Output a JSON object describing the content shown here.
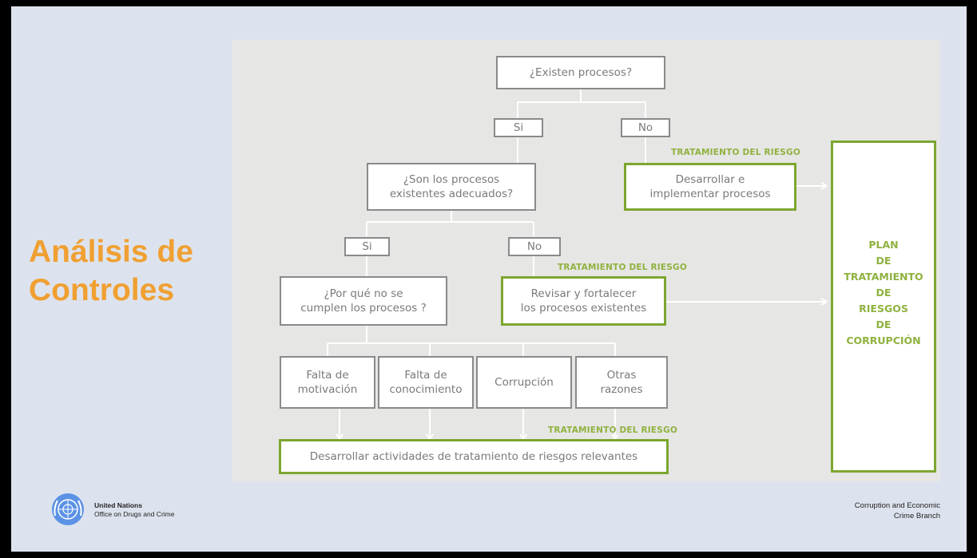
{
  "title": {
    "line1": "Análisis de",
    "line2": "Controles"
  },
  "nodes": {
    "existen": "¿Existen procesos?",
    "si1": "Si",
    "no1": "No",
    "adecuados": "¿Son los procesos\nexistentes adecuados?",
    "desarrollar": "Desarrollar e\nimplementar procesos",
    "si2": "Si",
    "no2": "No",
    "porque": "¿Por qué no se\ncumplen los procesos ?",
    "revisar": "Revisar y fortalecer\nlos procesos existentes",
    "motivacion": "Falta de\nmotivación",
    "conocimiento": "Falta de\nconocimiento",
    "corrupcion": "Corrupción",
    "otras": "Otras\nrazones",
    "actividades": "Desarrollar actividades de tratamiento de riesgos relevantes"
  },
  "labels": {
    "tratamiento1": "TRATAMIENTO DEL RIESGO",
    "tratamiento2": "TRATAMIENTO DEL RIESGO",
    "tratamiento3": "TRATAMIENTO DEL RIESGO"
  },
  "plan": "PLAN\nDE\nTRATAMIENTO\nDE\nRIESGOS\nDE\nCORRUPCIÓN",
  "footer": {
    "org_line1": "United Nations",
    "org_line2": "Office on Drugs and Crime",
    "branch_line1": "Corruption and Economic",
    "branch_line2": "Crime Branch"
  },
  "colors": {
    "accent_orange": "#f0a032",
    "accent_green": "#7da62f",
    "background": "#dde3ee"
  }
}
